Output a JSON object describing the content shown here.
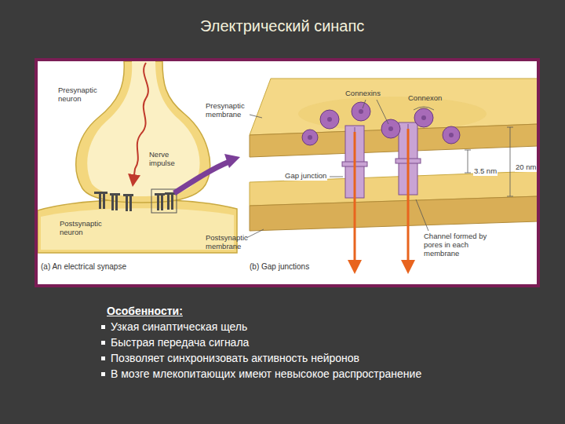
{
  "diagram": {
    "title": "Электрический синапс",
    "labels": [
      "Presynaptic neuron",
      "Nerve impulse",
      "Postsynaptic neuron",
      "(a) An electrical synapse",
      "Connexins",
      "Connexon",
      "Presynaptic membrane",
      "Gap junction",
      "3.5 nm",
      "20 nm",
      "Channel formed by pores in each membrane",
      "Postsynaptic membrane",
      "(b) Gap junctions",
      "Особенности:",
      "Узкая синаптическая щель",
      "Быстрая передача сигнала",
      "Позволяет синхронизовать активность нейронов",
      "В мозге млекопитающих имеют невысокое распространение"
    ]
  }
}
